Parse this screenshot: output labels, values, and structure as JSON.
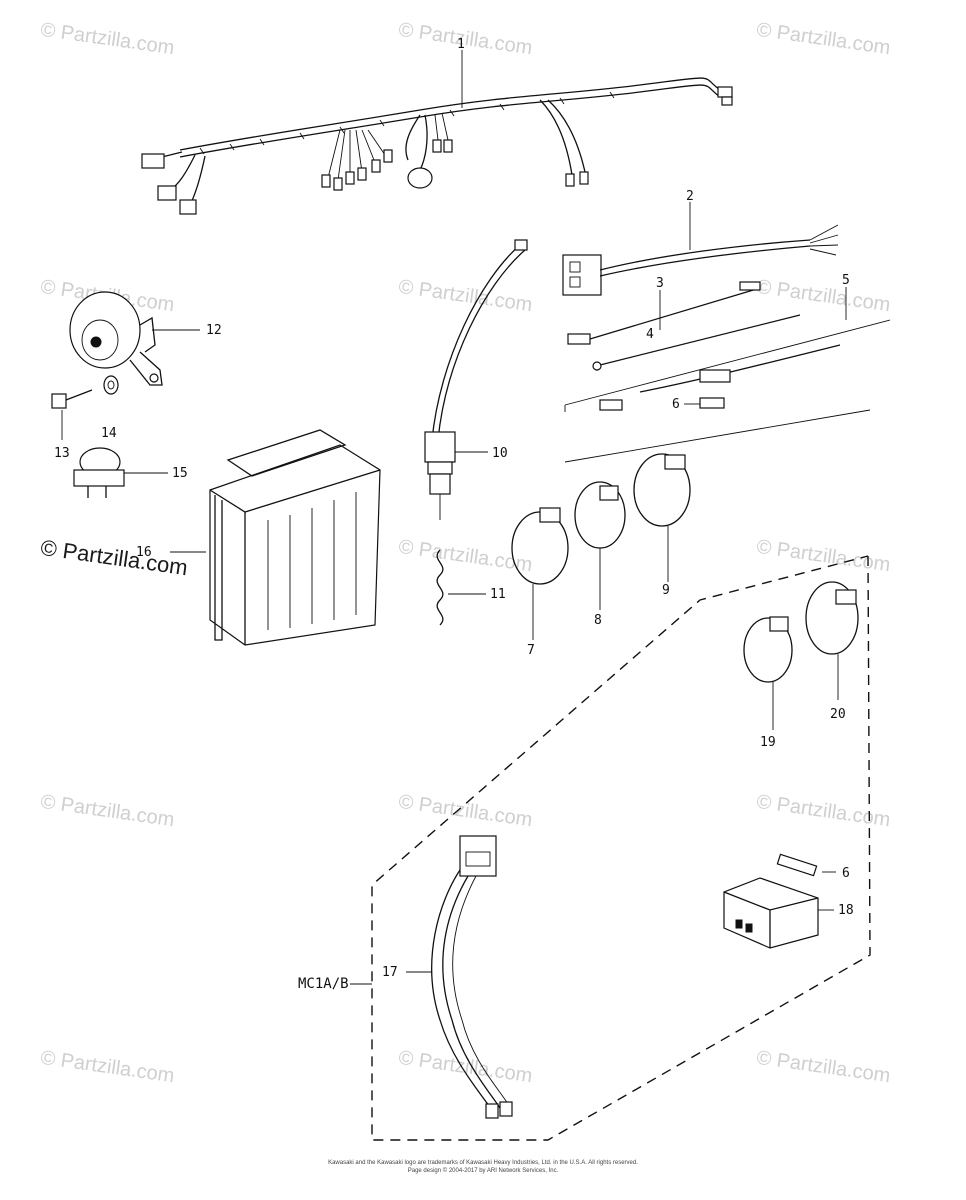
{
  "watermarks": {
    "text": "© Partzilla.com",
    "highlight_text": "© Partzilla.com"
  },
  "callouts": {
    "c1": "1",
    "c2": "2",
    "c3": "3",
    "c4": "4",
    "c5": "5",
    "c6a": "6",
    "c6b": "6",
    "c7": "7",
    "c8": "8",
    "c9": "9",
    "c10": "10",
    "c11": "11",
    "c12": "12",
    "c13": "13",
    "c14": "14",
    "c15": "15",
    "c16": "16",
    "c17": "17",
    "c18": "18",
    "c19": "19",
    "c20": "20"
  },
  "variant_label": "MC1A/B",
  "footer": {
    "line1": "Kawasaki and the Kawasaki logo are trademarks of Kawasaki Heavy Industries, Ltd. in the U.S.A. All rights reserved.",
    "line2": "Page design © 2004-2017 by ARI Network Services, Inc."
  }
}
